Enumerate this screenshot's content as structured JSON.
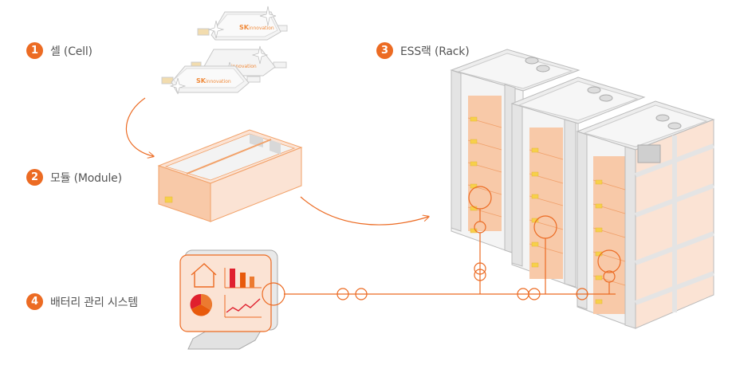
{
  "diagram": {
    "steps": [
      {
        "number": "1",
        "label": "셀 (Cell)"
      },
      {
        "number": "2",
        "label": "모듈 (Module)"
      },
      {
        "number": "3",
        "label": "ESS랙 (Rack)"
      },
      {
        "number": "4",
        "label": "배터리 관리 시스템"
      }
    ],
    "cell": {
      "brand_mark": "SK",
      "brand_word": "innovation"
    },
    "colors": {
      "accent": "#ec6b23",
      "module_fill": "#f8c9a8",
      "module_fill_light": "#fbe3d4",
      "frame_gray": "#e6e6e6",
      "connector_yellow": "#f7d04a",
      "chart_red": "#e0202e",
      "chart_orange": "#e85a0c"
    }
  }
}
